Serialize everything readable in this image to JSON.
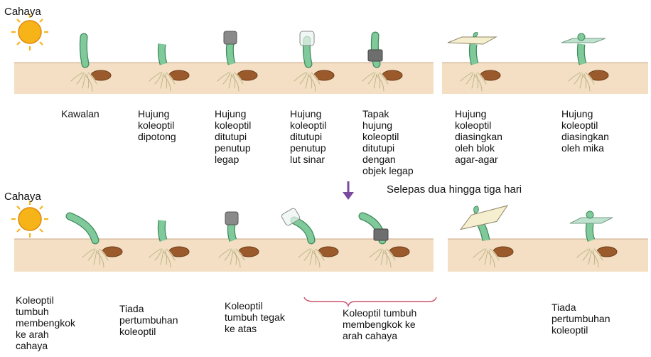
{
  "light_label_top": "Cahaya",
  "light_label_bottom": "Cahaya",
  "arrow_caption": "Selepas dua hingga tiga hari",
  "top_labels": [
    "Kawalan",
    "Hujung\nkoleoptil\ndipotong",
    "Hujung\nkoleoptil\nditutupi\npenutup\nlegap",
    "Hujung\nkoleoptil\nditutupi\npenutup\nlut sinar",
    "Tapak\nhujung\nkoleoptil\nditutupi\ndengan\nobjek legap",
    "Hujung\nkoleoptil\ndiasingkan\noleh blok\nagar-agar",
    "Hujung\nkoleoptil\ndiasingkan\noleh mika"
  ],
  "bottom_labels": [
    "Koleoptil\ntumbuh\nmembengkok\nke arah\ncahaya",
    "Tiada\npertumbuhan\nkoleoptil",
    "Koleoptil\ntumbuh tegak\nke atas",
    "Koleoptil tumbuh\nmembengkok ke\narah cahaya",
    "Tiada\npertumbuhan\nkoleoptil"
  ],
  "colors": {
    "soil": "#f4dfc4",
    "shoot": "#7fc99a",
    "shoot_outline": "#3f8a5c",
    "seed": "#9a5a2b",
    "root": "#f1e6c7",
    "opaque_cap": "#8a8a8a",
    "clear_cap": "#e9f4ef",
    "agar_block": "#f6efcf",
    "mica": "#bde3cf",
    "sun": "#f6b419",
    "arrow": "#7a4aa0",
    "bracket": "#c7546c"
  }
}
